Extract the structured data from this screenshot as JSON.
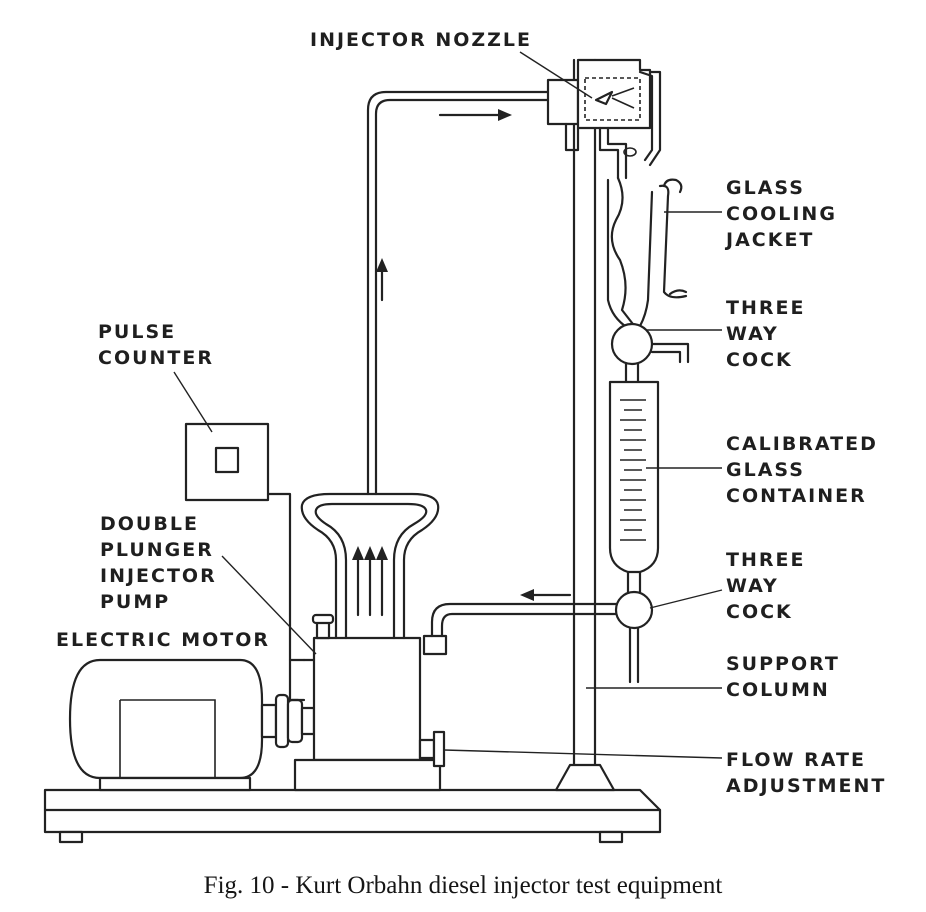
{
  "labels": {
    "injector_nozzle": "INJECTOR NOZZLE",
    "glass_cooling_jacket": [
      "GLASS",
      "COOLING",
      "JACKET"
    ],
    "three_way_cock_top": [
      "THREE",
      "WAY",
      "COCK"
    ],
    "pulse_counter": [
      "PULSE",
      "COUNTER"
    ],
    "calibrated_glass_container": [
      "CALIBRATED",
      "GLASS",
      "CONTAINER"
    ],
    "double_plunger_injector_pump": [
      "DOUBLE",
      "PLUNGER",
      "INJECTOR",
      "PUMP"
    ],
    "three_way_cock_bottom": [
      "THREE",
      "WAY",
      "COCK"
    ],
    "electric_motor": "ELECTRIC MOTOR",
    "support_column": [
      "SUPPORT",
      "COLUMN"
    ],
    "flow_rate_adjustment": [
      "FLOW RATE",
      "ADJUSTMENT"
    ]
  },
  "caption": "Fig. 10 - Kurt Orbahn diesel injector test equipment",
  "colors": {
    "ink": "#222222",
    "paper": "#ffffff"
  }
}
